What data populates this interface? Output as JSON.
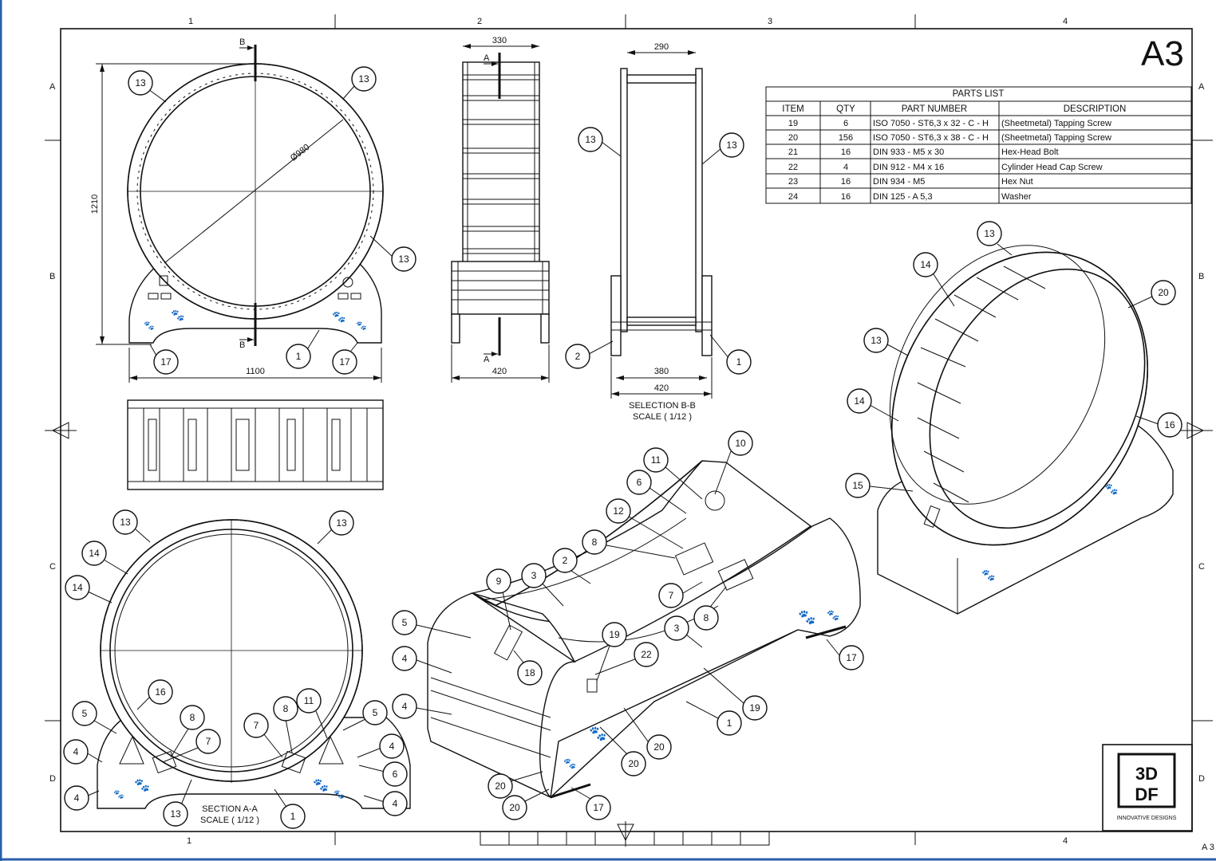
{
  "sheet": {
    "size": "A3",
    "size_corner": "A 3",
    "zones_top": [
      "1",
      "2",
      "3",
      "4"
    ],
    "zones_side": [
      "A",
      "B",
      "C",
      "D"
    ]
  },
  "parts_list": {
    "title": "PARTS LIST",
    "headers": [
      "ITEM",
      "QTY",
      "PART NUMBER",
      "DESCRIPTION"
    ],
    "rows": [
      [
        "19",
        "6",
        "ISO 7050 - ST6,3 x 32 - C - H",
        "(Sheetmetal) Tapping Screw"
      ],
      [
        "20",
        "156",
        "ISO 7050 - ST6,3 x 38 - C - H",
        "(Sheetmetal) Tapping Screw"
      ],
      [
        "21",
        "16",
        "DIN 933 - M5  x 30",
        "Hex-Head Bolt"
      ],
      [
        "22",
        "4",
        "DIN 912 - M4 x 16",
        "Cylinder Head Cap Screw"
      ],
      [
        "23",
        "16",
        "DIN 934 - M5",
        "Hex Nut"
      ],
      [
        "24",
        "16",
        "DIN 125 - A 5,3",
        "Washer"
      ]
    ]
  },
  "dimensions": {
    "diameter": "Ø980",
    "height": "1210",
    "width_front": "1100",
    "top_width": "330",
    "side_bottom": "420",
    "sec_top": "290",
    "sec_inner": "380",
    "sec_outer": "420"
  },
  "section_marks": {
    "b": "B",
    "a": "A"
  },
  "view_labels": {
    "section_bb": "SELECTION B-B",
    "section_bb_scale": "SCALE ( 1/12 )",
    "section_aa": "SECTION A-A",
    "section_aa_scale": "SCALE ( 1/12 )"
  },
  "balloons": {
    "front": [
      "13",
      "13",
      "13",
      "17",
      "1",
      "17"
    ],
    "side": [
      "13",
      "13",
      "2",
      "1"
    ],
    "section_aa": [
      "13",
      "13",
      "14",
      "14",
      "16",
      "5",
      "5",
      "8",
      "8",
      "7",
      "7",
      "11",
      "4",
      "4",
      "6",
      "4",
      "4",
      "13",
      "1"
    ],
    "iso_base": [
      "10",
      "11",
      "6",
      "12",
      "8",
      "2",
      "3",
      "9",
      "5",
      "4",
      "4",
      "7",
      "8",
      "3",
      "19",
      "22",
      "18",
      "19",
      "1",
      "17",
      "20",
      "20",
      "20",
      "20",
      "17"
    ],
    "iso_wheel": [
      "13",
      "14",
      "20",
      "13",
      "14",
      "16",
      "15"
    ]
  },
  "logo": {
    "line1": "3D",
    "line2": "DF",
    "caption": "INNOVATIVE DESIGNS"
  }
}
